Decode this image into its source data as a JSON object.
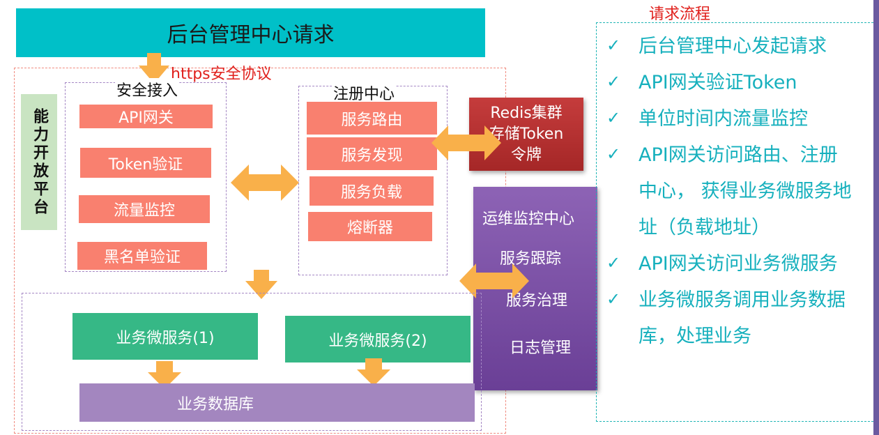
{
  "header": {
    "title": "后台管理中心请求"
  },
  "https_label": "https安全协议",
  "platform_label": "能力开放平台",
  "security": {
    "title": "安全接入",
    "items": [
      "API网关",
      "Token验证",
      "流量监控",
      "黑名单验证"
    ]
  },
  "registry": {
    "title": "注册中心",
    "items": [
      "服务路由",
      "服务发现",
      "服务负载",
      "熔断器"
    ]
  },
  "redis": {
    "line1": "Redis集群",
    "line2": "存储Token",
    "line3": "令牌"
  },
  "ops": {
    "title": "运维监控中心",
    "items": [
      "服务跟踪",
      "服务治理",
      "日志管理"
    ]
  },
  "services": {
    "svc1": "业务微服务(1)",
    "svc2": "业务微服务(2)",
    "database": "业务数据库"
  },
  "flow": {
    "title": "请求流程",
    "check_mark": "✓",
    "steps": [
      "后台管理中心发起请求",
      "API网关验证Token",
      "单位时间内流量监控",
      "API网关访问路由、注册",
      "中心， 获得业务微服务地",
      "址（负载地址）",
      "API网关访问业务微服务",
      "业务微服务调用业务数据",
      "库，处理业务"
    ]
  },
  "colors": {
    "arrow": "#f9b04a",
    "header": "#00c0c8",
    "salmon": "#f9806f",
    "green": "#36b886",
    "teal": "#16b0bd"
  }
}
